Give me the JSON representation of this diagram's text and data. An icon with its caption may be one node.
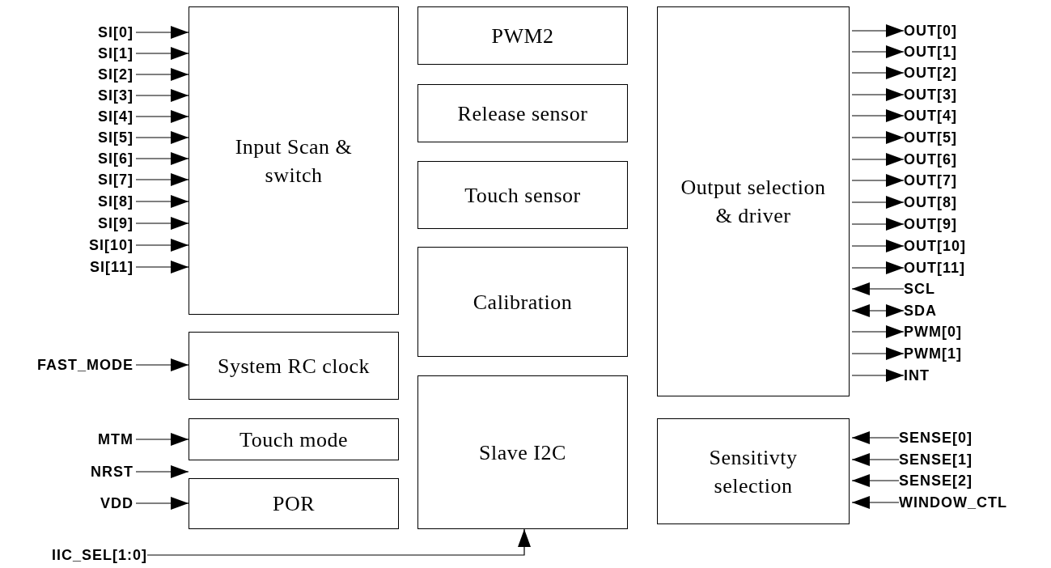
{
  "diagram": {
    "nodes": [
      {
        "text": [
          "Input Scan & switch"
        ]
      },
      {
        "text": [
          "PWM2"
        ]
      },
      {
        "text": [
          "Release sensor"
        ]
      },
      {
        "text": [
          "Touch sensor"
        ]
      },
      {
        "text": [
          "Calibration"
        ]
      },
      {
        "text": [
          "Output selection & driver"
        ]
      },
      {
        "text": [
          "System RC clock"
        ]
      },
      {
        "text": [
          "Slave I2C"
        ]
      },
      {
        "text": [
          "Touch mode"
        ]
      },
      {
        "text": [
          "POR"
        ]
      },
      {
        "text": [
          "Sensitivty selection"
        ]
      },
      {
        "text": [
          "SI[0]"
        ]
      },
      {
        "text": [
          "SI[1]"
        ]
      },
      {
        "text": [
          "SI[2]"
        ]
      },
      {
        "text": [
          "SI[3]"
        ]
      },
      {
        "text": [
          "SI[4]"
        ]
      },
      {
        "text": [
          "SI[5]"
        ]
      },
      {
        "text": [
          "SI[6]"
        ]
      },
      {
        "text": [
          "SI[7]"
        ]
      },
      {
        "text": [
          "SI[8]"
        ]
      },
      {
        "text": [
          "SI[9]"
        ]
      },
      {
        "text": [
          "SI[10]"
        ]
      },
      {
        "text": [
          "SI[11]"
        ]
      },
      {
        "text": [
          "FAST_MODE"
        ]
      },
      {
        "text": [
          "MTM"
        ]
      },
      {
        "text": [
          "NRST"
        ]
      },
      {
        "text": [
          "VDD"
        ]
      },
      {
        "text": [
          "IIC_SEL[1:0]"
        ]
      },
      {
        "text": [
          "OUT[0]"
        ]
      },
      {
        "text": [
          "OUT[1]"
        ]
      },
      {
        "text": [
          "OUT[2]"
        ]
      },
      {
        "text": [
          "OUT[3]"
        ]
      },
      {
        "text": [
          "OUT[4]"
        ]
      },
      {
        "text": [
          "OUT[5]"
        ]
      },
      {
        "text": [
          "OUT[6]"
        ]
      },
      {
        "text": [
          "OUT[7]"
        ]
      },
      {
        "text": [
          "OUT[8]"
        ]
      },
      {
        "text": [
          "OUT[9]"
        ]
      },
      {
        "text": [
          "OUT[10]"
        ]
      },
      {
        "text": [
          "OUT[11]"
        ]
      },
      {
        "text": [
          "SCL"
        ]
      },
      {
        "text": [
          "SDA"
        ]
      },
      {
        "text": [
          "PWM[0]"
        ]
      },
      {
        "text": [
          "PWM[1]"
        ]
      },
      {
        "text": [
          "INT"
        ]
      },
      {
        "text": [
          "SENSE[0]"
        ]
      },
      {
        "text": [
          "SENSE[1]"
        ]
      },
      {
        "text": [
          "SENSE[2]"
        ]
      },
      {
        "text": [
          "WINDOW_CTL"
        ]
      }
    ],
    "edges": [
      {
        "from": 11,
        "to": 0,
        "arrow": "to"
      },
      {
        "from": 12,
        "to": 0,
        "arrow": "to"
      },
      {
        "from": 13,
        "to": 0,
        "arrow": "to"
      },
      {
        "from": 14,
        "to": 0,
        "arrow": "to"
      },
      {
        "from": 15,
        "to": 0,
        "arrow": "to"
      },
      {
        "from": 16,
        "to": 0,
        "arrow": "to"
      },
      {
        "from": 17,
        "to": 0,
        "arrow": "to"
      },
      {
        "from": 18,
        "to": 0,
        "arrow": "to"
      },
      {
        "from": 19,
        "to": 0,
        "arrow": "to"
      },
      {
        "from": 20,
        "to": 0,
        "arrow": "to"
      },
      {
        "from": 21,
        "to": 0,
        "arrow": "to"
      },
      {
        "from": 22,
        "to": 0,
        "arrow": "to"
      },
      {
        "from": 23,
        "to": 6,
        "arrow": "to"
      },
      {
        "from": 24,
        "to": 8,
        "arrow": "to"
      },
      {
        "from": 25,
        "to": 8,
        "arrow": "to"
      },
      {
        "from": 26,
        "to": 9,
        "arrow": "to"
      },
      {
        "from": 27,
        "to": 7,
        "arrow": "to"
      },
      {
        "from": 5,
        "to": 28,
        "arrow": "to"
      },
      {
        "from": 5,
        "to": 29,
        "arrow": "to"
      },
      {
        "from": 5,
        "to": 30,
        "arrow": "to"
      },
      {
        "from": 5,
        "to": 31,
        "arrow": "to"
      },
      {
        "from": 5,
        "to": 32,
        "arrow": "to"
      },
      {
        "from": 5,
        "to": 33,
        "arrow": "to"
      },
      {
        "from": 5,
        "to": 34,
        "arrow": "to"
      },
      {
        "from": 5,
        "to": 35,
        "arrow": "to"
      },
      {
        "from": 5,
        "to": 36,
        "arrow": "to"
      },
      {
        "from": 5,
        "to": 37,
        "arrow": "to"
      },
      {
        "from": 5,
        "to": 38,
        "arrow": "to"
      },
      {
        "from": 5,
        "to": 39,
        "arrow": "to"
      },
      {
        "from": 40,
        "to": 5,
        "arrow": "to"
      },
      {
        "from": 5,
        "to": 41,
        "arrow": "both"
      },
      {
        "from": 5,
        "to": 42,
        "arrow": "to"
      },
      {
        "from": 5,
        "to": 43,
        "arrow": "to"
      },
      {
        "from": 5,
        "to": 44,
        "arrow": "to"
      },
      {
        "from": 45,
        "to": 10,
        "arrow": "to"
      },
      {
        "from": 46,
        "to": 10,
        "arrow": "to"
      },
      {
        "from": 47,
        "to": 10,
        "arrow": "to"
      },
      {
        "from": 48,
        "to": 10,
        "arrow": "to"
      }
    ]
  }
}
